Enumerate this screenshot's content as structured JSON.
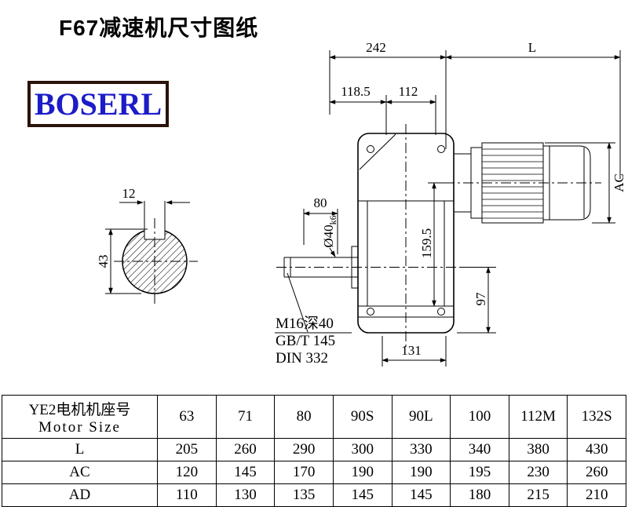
{
  "page": {
    "title": "F67减速机尺寸图纸"
  },
  "logo": {
    "text": "BOSERL",
    "text_color": "#1c1cc8",
    "border_color": "#2a130b"
  },
  "drawing": {
    "dims": {
      "d242": "242",
      "L": "L",
      "d118_5": "118.5",
      "d112": "112",
      "d80": "80",
      "shaft_dia": "Ø40",
      "shaft_tol": "k6",
      "d159_5": "159.5",
      "d97": "97",
      "d131": "131",
      "AC": "AC",
      "key_w": "12",
      "key_h": "43"
    },
    "notes": {
      "thread": "M16深40",
      "gb": "GB/T 145",
      "din": "DIN 332"
    }
  },
  "table": {
    "header": {
      "label_cn": "YE2电机机座号",
      "label_en": "Motor Size",
      "sizes": [
        "63",
        "71",
        "80",
        "90S",
        "90L",
        "100",
        "112M",
        "132S"
      ]
    },
    "rows": [
      {
        "label": "L",
        "values": [
          "205",
          "260",
          "290",
          "300",
          "330",
          "340",
          "380",
          "430"
        ]
      },
      {
        "label": "AC",
        "values": [
          "120",
          "145",
          "170",
          "190",
          "190",
          "195",
          "230",
          "260"
        ]
      },
      {
        "label": "AD",
        "values": [
          "110",
          "130",
          "135",
          "145",
          "145",
          "180",
          "215",
          "210"
        ]
      }
    ]
  }
}
